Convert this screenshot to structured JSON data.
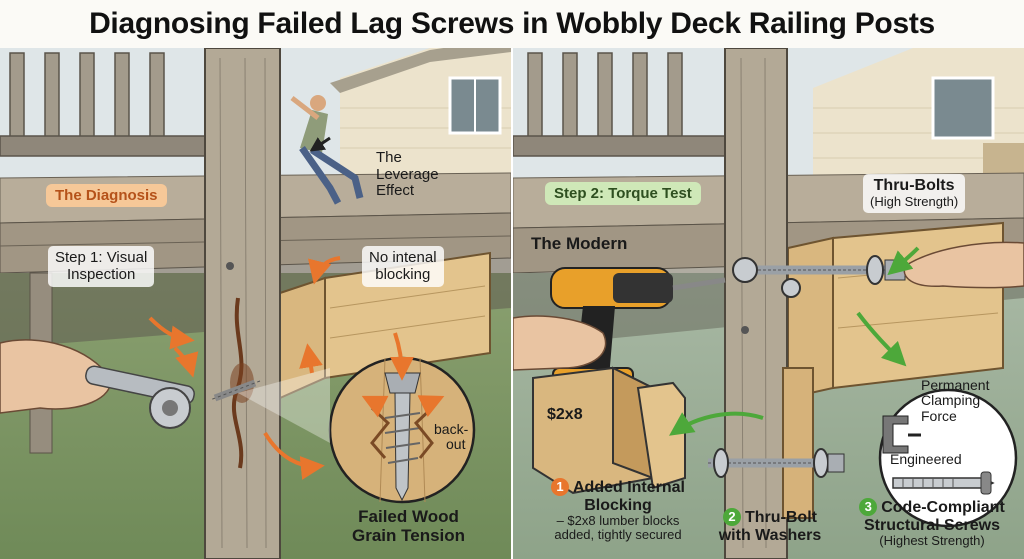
{
  "title": "Diagnosing Failed Lag Screws in Wobbly Deck Railing Posts",
  "left": {
    "diagnosis_label": "The Diagnosis",
    "leverage_label": [
      "The",
      "Leverage",
      "Effect"
    ],
    "step1_label": [
      "Step 1: Visual",
      "Inspection"
    ],
    "no_blocking_label": [
      "No intenal",
      "blocking"
    ],
    "back_out_label": [
      "back-",
      "out"
    ],
    "failed_label": [
      "Failed Wood",
      "Grain Tension"
    ]
  },
  "right": {
    "step2_label": "Step 2: Torque Test",
    "modern_label": "The Modern",
    "thru_bolts_label": "Thru-Bolts",
    "thru_bolts_sub": "(High Strength)",
    "lumber_mark": "$2x8",
    "permanent_label": [
      "Permanent",
      "Clamping",
      "Force"
    ],
    "engineered_label": "Engineered",
    "item1": {
      "num": "1",
      "title": [
        "Added Internal",
        "Blocking"
      ],
      "desc": [
        "– $2x8 lumber blocks",
        "added, tightly secured"
      ]
    },
    "item2": {
      "num": "2",
      "title": [
        "Thru-Bolt",
        "with Washers"
      ]
    },
    "item3": {
      "num": "3",
      "title": [
        "Code-Compliant",
        "Structural Screws"
      ],
      "desc": [
        "(Highest Strength)"
      ]
    }
  },
  "colors": {
    "accent_orange": "#e8762d",
    "accent_green": "#4da83a",
    "wood": "#c9a36a"
  }
}
